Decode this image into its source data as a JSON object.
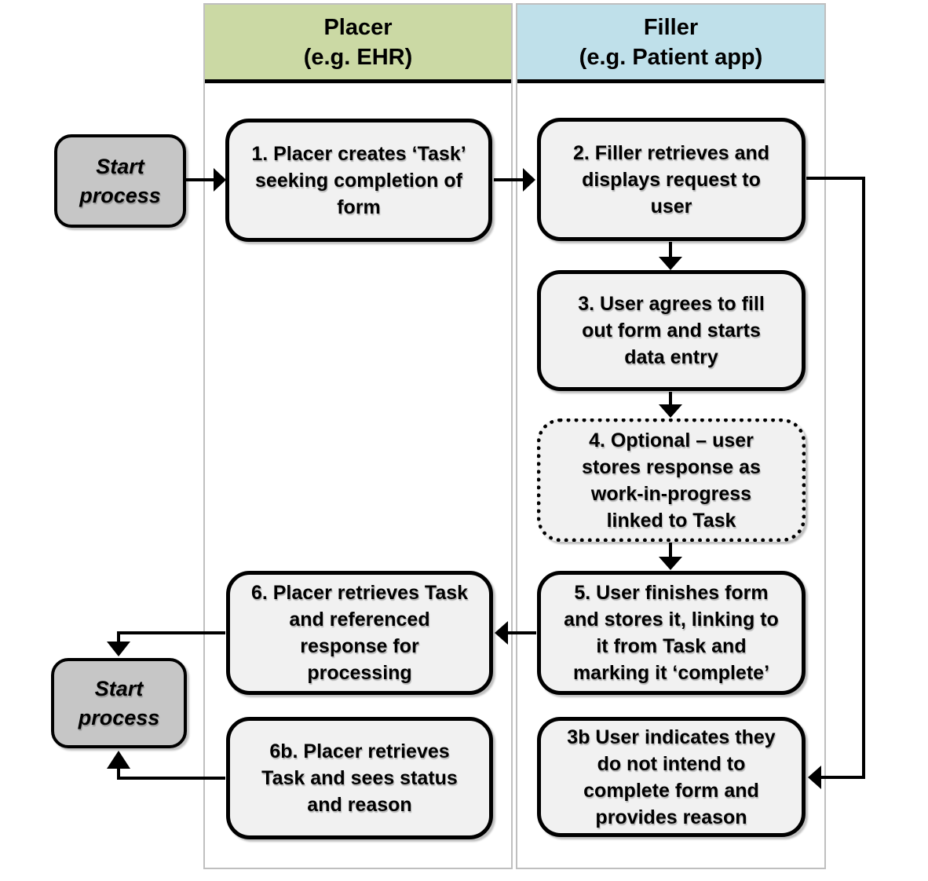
{
  "lanes": {
    "placer": {
      "title": "Placer\n(e.g. EHR)",
      "color": "#cbd9a4"
    },
    "filler": {
      "title": "Filler\n(e.g. Patient app)",
      "color": "#bfe0ea"
    }
  },
  "nodes": {
    "start_top": {
      "label": "Start\nprocess",
      "fill": "#c6c6c6"
    },
    "step1": {
      "label": "1. Placer creates ‘Task’\nseeking completion of\nform",
      "fill": "#f1f1f1"
    },
    "step2": {
      "label": "2. Filler retrieves and\ndisplays request to\nuser",
      "fill": "#f1f1f1"
    },
    "step3": {
      "label": "3. User agrees to fill\nout form and starts\ndata entry",
      "fill": "#f1f1f1"
    },
    "step4": {
      "label": "4. Optional – user\nstores response as\nwork-in-progress\nlinked to Task",
      "fill": "#f1f1f1"
    },
    "step5": {
      "label": "5. User finishes form\nand stores it, linking to\nit from Task and\nmarking it ‘complete’",
      "fill": "#f1f1f1"
    },
    "step6": {
      "label": "6. Placer retrieves Task\nand referenced\nresponse for\nprocessing",
      "fill": "#f1f1f1"
    },
    "step6b": {
      "label": "6b. Placer retrieves\nTask and sees  status\nand reason",
      "fill": "#f1f1f1"
    },
    "step3b": {
      "label": "3b User indicates they\ndo not intend to\ncomplete form and\nprovides reason",
      "fill": "#f1f1f1"
    },
    "start_bottom": {
      "label": "Start\nprocess",
      "fill": "#c6c6c6"
    }
  },
  "colors": {
    "node_border": "#000000",
    "lane_border": "#bfbfbf",
    "connector": "#000000"
  }
}
